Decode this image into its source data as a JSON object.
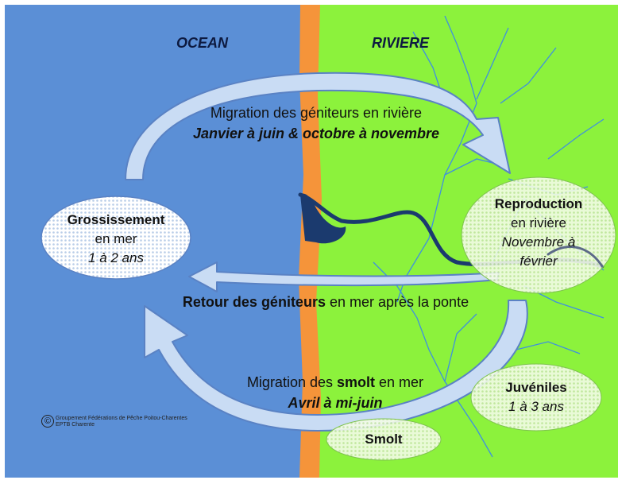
{
  "zones": {
    "ocean": "OCEAN",
    "river": "RIVIERE"
  },
  "migration_up": {
    "line1": "Migration des géniteurs en rivière",
    "line2": "Janvier à juin & octobre à novembre"
  },
  "return": {
    "bold": "Retour des géniteurs",
    "rest": " en mer après la ponte"
  },
  "smolt_migration": {
    "pre": "Migration des ",
    "bold": "smolt",
    "post": " en mer",
    "line2": "Avril à mi-juin"
  },
  "nodes": {
    "growth": {
      "title": "Grossissement",
      "line2": "en mer",
      "line3": "1 à 2 ans"
    },
    "reproduction": {
      "title": "Reproduction",
      "line2": "en rivière",
      "line3": "Novembre à",
      "line4": "février"
    },
    "juveniles": {
      "title": "Juvéniles",
      "line2": "1 à 3 ans"
    },
    "smolt": {
      "title": "Smolt"
    }
  },
  "copyright": {
    "symbol": "©",
    "line1": "Groupement Fédérations de Pêche Poitou-Charentes",
    "line2": "EPTB Charente"
  },
  "colors": {
    "ocean": "#5b8fd6",
    "river": "#8cf23c",
    "shore": "#f5943a",
    "arrow": "#c9dcf4",
    "estuary": "#1b3a6e"
  }
}
